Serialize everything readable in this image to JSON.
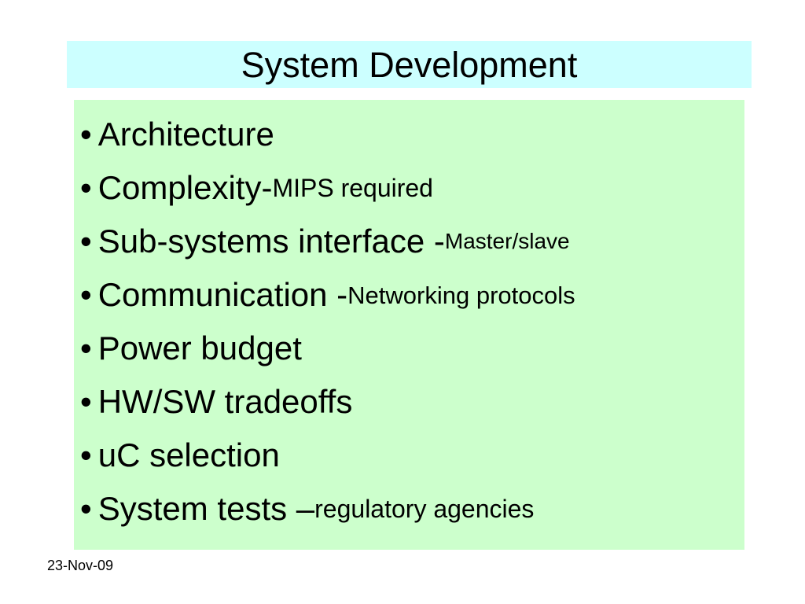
{
  "slide": {
    "title": "System Development",
    "bullets": [
      {
        "main": "Architecture",
        "sub": ""
      },
      {
        "main": "Complexity- ",
        "sub": "MIPS required"
      },
      {
        "main": "Sub-systems interface - ",
        "sub": "Master/slave"
      },
      {
        "main": "Communication - ",
        "sub": "Networking protocols"
      },
      {
        "main": "Power budget",
        "sub": ""
      },
      {
        "main": "HW/SW tradeoffs",
        "sub": ""
      },
      {
        "main": "uC selection",
        "sub": ""
      },
      {
        "main": "System tests – ",
        "sub": "regulatory agencies"
      }
    ],
    "footer_date": "23-Nov-09",
    "colors": {
      "title_background": "#ccffff",
      "content_background": "#ccffcc",
      "text": "#000000"
    }
  }
}
